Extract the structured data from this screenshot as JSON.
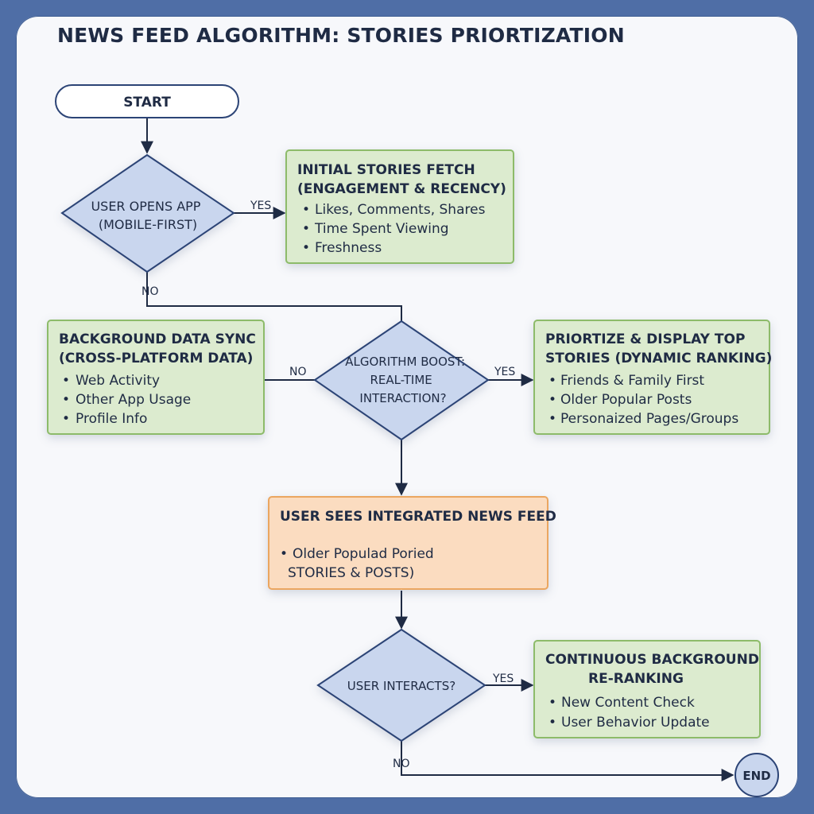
{
  "title": "NEWS FEED ALGORITHM: STORIES PRIORTIZATION",
  "colors": {
    "background": "#4f6ea6",
    "panel": "#f7f8fb",
    "decision_fill": "#c9d6ee",
    "decision_stroke": "#2c4476",
    "process_green_fill": "#dcebcf",
    "process_green_stroke": "#8dbb6a",
    "process_orange_fill": "#fbdcc0",
    "process_orange_stroke": "#eba660",
    "line": "#1f2b44"
  },
  "nodes": {
    "start": {
      "label": "START"
    },
    "open_app": {
      "lines": [
        "USER OPENS APP",
        "(MOBILE-FIRST)"
      ]
    },
    "initial_fetch": {
      "title": [
        "INITIAL STORIES FETCH",
        "(ENGAGEMENT & RECENCY)"
      ],
      "bullets": [
        "Likes, Comments, Shares",
        "Time Spent Viewing",
        "Freshness"
      ]
    },
    "background_sync": {
      "title": [
        "BACKGROUND DATA SYNC",
        "(CROSS-PLATFORM DATA)"
      ],
      "bullets": [
        "Web Activity",
        "Other App Usage",
        "Profile Info"
      ]
    },
    "boost": {
      "lines": [
        "ALGORITHM BOOST:",
        "REAL-TIME",
        "INTERACTION?"
      ]
    },
    "prioritize": {
      "title": [
        "PRIORTIZE & DISPLAY TOP",
        "STORIES (DYNAMIC RANKING)"
      ],
      "bullets": [
        "Friends & Family First",
        "Older Popular Posts",
        "Personaized Pages/Groups"
      ]
    },
    "feed": {
      "title": [
        "USER SEES INTEGRATED NEWS FEED"
      ],
      "bullets": [
        "Older Populad Poried",
        "STORIES & POSTS)"
      ]
    },
    "interacts": {
      "lines": [
        "USER INTERACTS?"
      ]
    },
    "reranking": {
      "title": [
        "CONTINUOUS BACKGROUND",
        "RE-RANKING"
      ],
      "bullets": [
        "New Content Check",
        "User Behavior Update"
      ]
    },
    "end": {
      "label": "END"
    }
  },
  "edges": {
    "open_yes": "YES",
    "open_no": "NO",
    "boost_no": "NO",
    "boost_yes": "YES",
    "interacts_yes": "YES",
    "interacts_no": "NO"
  }
}
